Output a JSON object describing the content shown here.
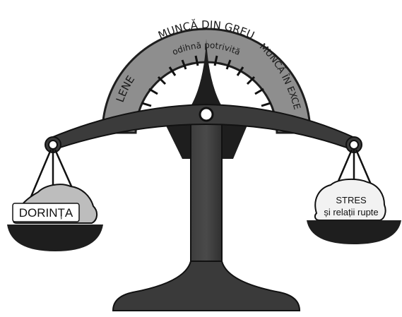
{
  "gauge": {
    "top_label": "MUNCĂ DIN GREU",
    "sub_label": "odihnă potrivită",
    "left_label": "LENE",
    "right_label": "MUNCĂ ÎN EXCES"
  },
  "left_pan": {
    "label": "DORINȚA"
  },
  "right_pan": {
    "line1": "STRES",
    "line2": "și relații rupte"
  },
  "colors": {
    "ink": "#1e1e1e",
    "dial": "#8e8e8e",
    "beam": "#3b3b3b",
    "rock_left": "#bdbdbd",
    "rock_right": "#f2f2f2"
  }
}
